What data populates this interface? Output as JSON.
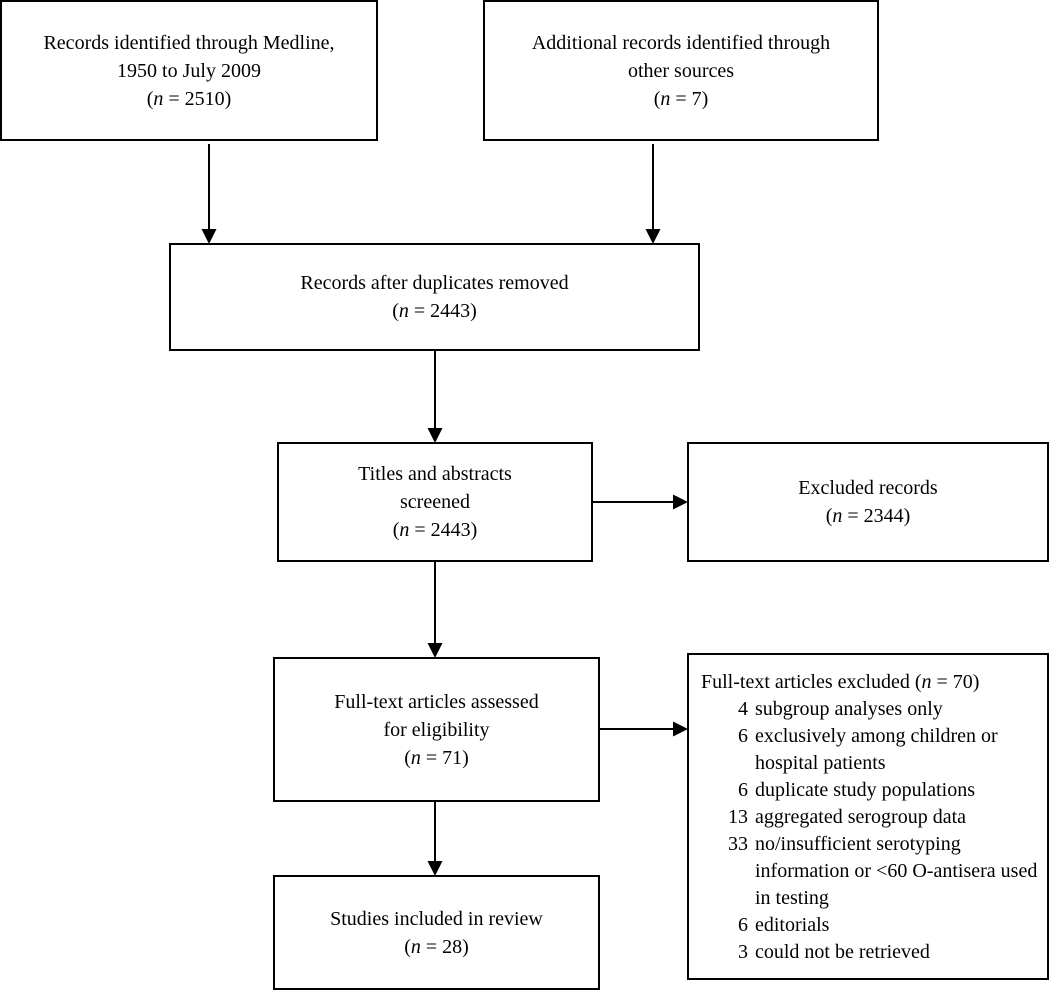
{
  "diagram": {
    "colors": {
      "border": "#000000",
      "text": "#000000",
      "background": "#ffffff"
    },
    "boxes": {
      "medline": {
        "lines": [
          "Records identified through Medline,",
          "1950 to July 2009"
        ],
        "n": {
          "prefix": "(",
          "var": "n",
          "suffix": " = 2510)"
        }
      },
      "other_sources": {
        "lines": [
          "Additional records identified through",
          "other sources"
        ],
        "n": {
          "prefix": "(",
          "var": "n",
          "suffix": " = 7)"
        }
      },
      "deduplicated": {
        "lines": [
          "Records after duplicates removed"
        ],
        "n": {
          "prefix": "(",
          "var": "n",
          "suffix": " = 2443)"
        }
      },
      "screened": {
        "lines": [
          "Titles and abstracts",
          "screened"
        ],
        "n": {
          "prefix": "(",
          "var": "n",
          "suffix": " = 2443)"
        }
      },
      "excluded_records": {
        "lines": [
          "Excluded records"
        ],
        "n": {
          "prefix": "(",
          "var": "n",
          "suffix": " = 2344)"
        }
      },
      "fulltext_assessed": {
        "lines": [
          "Full-text articles assessed",
          "for eligibility"
        ],
        "n": {
          "prefix": "(",
          "var": "n",
          "suffix": " = 71)"
        }
      },
      "fulltext_excluded": {
        "header": {
          "prefix": "Full-text articles excluded (",
          "var": "n",
          "suffix": " = 70)"
        },
        "reasons": [
          {
            "count": "4",
            "text": "subgroup analyses only"
          },
          {
            "count": "6",
            "text": "exclusively among children or hospital patients"
          },
          {
            "count": "6",
            "text": "duplicate study populations"
          },
          {
            "count": "13",
            "text": "aggregated serogroup data"
          },
          {
            "count": "33",
            "text": "no/insufficient serotyping information or <60 O-antisera used in testing"
          },
          {
            "count": "6",
            "text": "editorials"
          },
          {
            "count": "3",
            "text": "could not be retrieved"
          }
        ]
      },
      "included": {
        "lines": [
          "Studies included in review"
        ],
        "n": {
          "prefix": "(",
          "var": "n",
          "suffix": " = 28)"
        }
      }
    }
  }
}
